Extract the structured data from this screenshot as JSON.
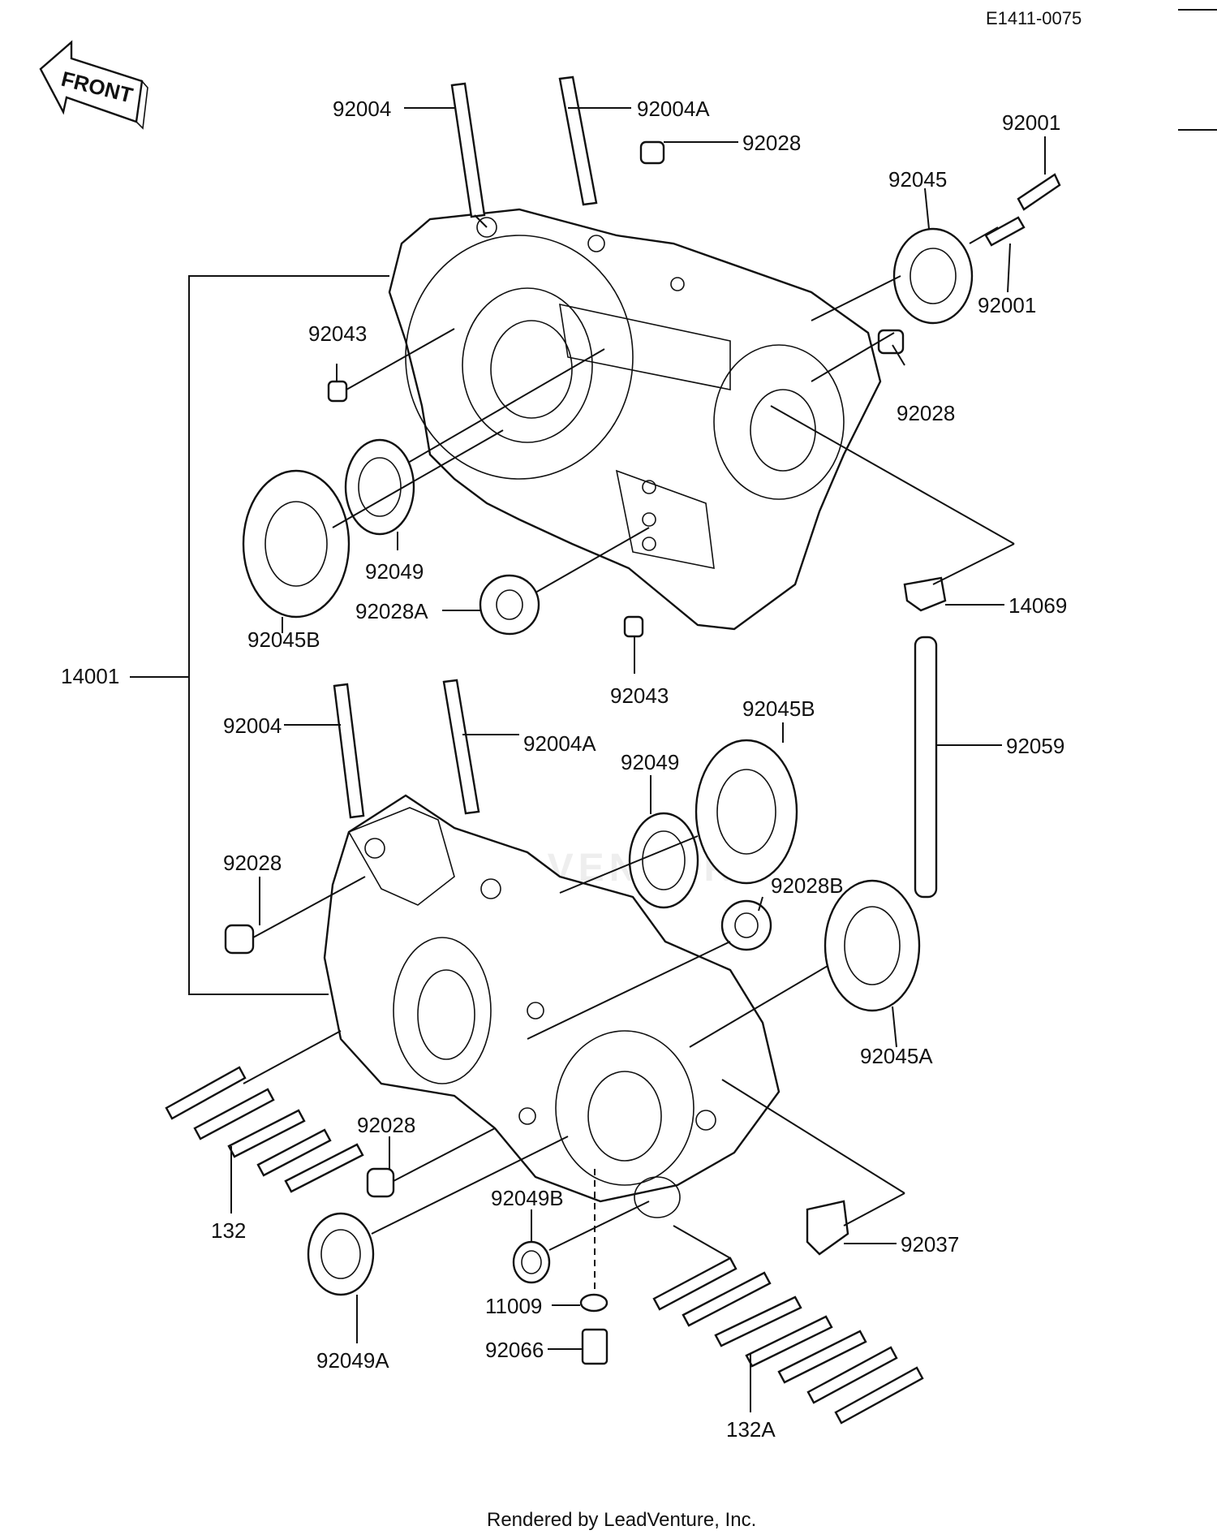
{
  "diagram_code": "E1411-0075",
  "front_label": "FRONT",
  "footer": "Rendered by LeadVenture, Inc.",
  "labels": {
    "92004_top": "92004",
    "92004A_top": "92004A",
    "92028_top": "92028",
    "92001_top": "92001",
    "92045_top": "92045",
    "92001_mid": "92001",
    "92043_top": "92043",
    "92028_right": "92028",
    "92049_top": "92049",
    "92045B_top": "92045B",
    "92028A": "92028A",
    "14001": "14001",
    "14069": "14069",
    "92043_mid": "92043",
    "92045B_low": "92045B",
    "92004_low": "92004",
    "92004A_low": "92004A",
    "92049_low": "92049",
    "92059": "92059",
    "92028_low": "92028",
    "92028B": "92028B",
    "92045A": "92045A",
    "92028_bottom": "92028",
    "132": "132",
    "92049B": "92049B",
    "92037": "92037",
    "11009": "11009",
    "92066": "92066",
    "92049A": "92049A",
    "132A": "132A"
  }
}
